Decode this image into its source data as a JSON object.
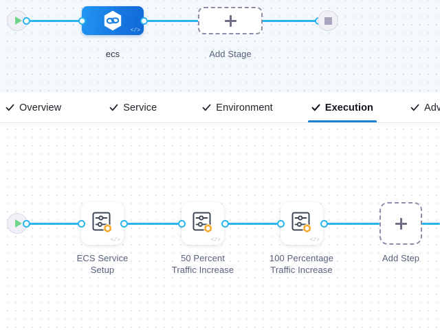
{
  "stage_graph": {
    "start_node": {
      "name": "start",
      "icon": "play-icon"
    },
    "end_node": {
      "name": "end",
      "icon": "stop-icon"
    },
    "stage": {
      "label": "ecs",
      "icon": "service-hexagon-icon",
      "code_glyph": "</>"
    },
    "add_stage": {
      "label": "Add Stage",
      "icon": "plus-icon"
    }
  },
  "tabs": [
    {
      "label": "Overview",
      "icon": "check-icon",
      "active": false
    },
    {
      "label": "Service",
      "icon": "check-icon",
      "active": false
    },
    {
      "label": "Environment",
      "icon": "check-icon",
      "active": false
    },
    {
      "label": "Execution",
      "icon": "check-icon",
      "active": true
    },
    {
      "label": "Advanced",
      "icon": "check-icon",
      "active": false
    }
  ],
  "step_graph": {
    "start_node": {
      "name": "start",
      "icon": "play-icon"
    },
    "steps": [
      {
        "label": "ECS Service\nSetup",
        "icon": "step-settings-icon",
        "badge": "aws-hexagon-badge",
        "code_glyph": "</>"
      },
      {
        "label": "50 Percent\nTraffic Increase",
        "icon": "step-settings-icon",
        "badge": "aws-hexagon-badge",
        "code_glyph": "</>"
      },
      {
        "label": "100 Percentage\nTraffic Increase",
        "icon": "step-settings-icon",
        "badge": "aws-hexagon-badge",
        "code_glyph": "</>"
      }
    ],
    "add_step": {
      "label": "Add Step",
      "icon": "plus-icon"
    }
  },
  "colors": {
    "connector": "#2ab4ef",
    "stage_accent": "#1776e0",
    "active_tab_underline": "#1b7fd0",
    "badge_orange": "#f5a623",
    "play_green": "#6fd48a"
  }
}
